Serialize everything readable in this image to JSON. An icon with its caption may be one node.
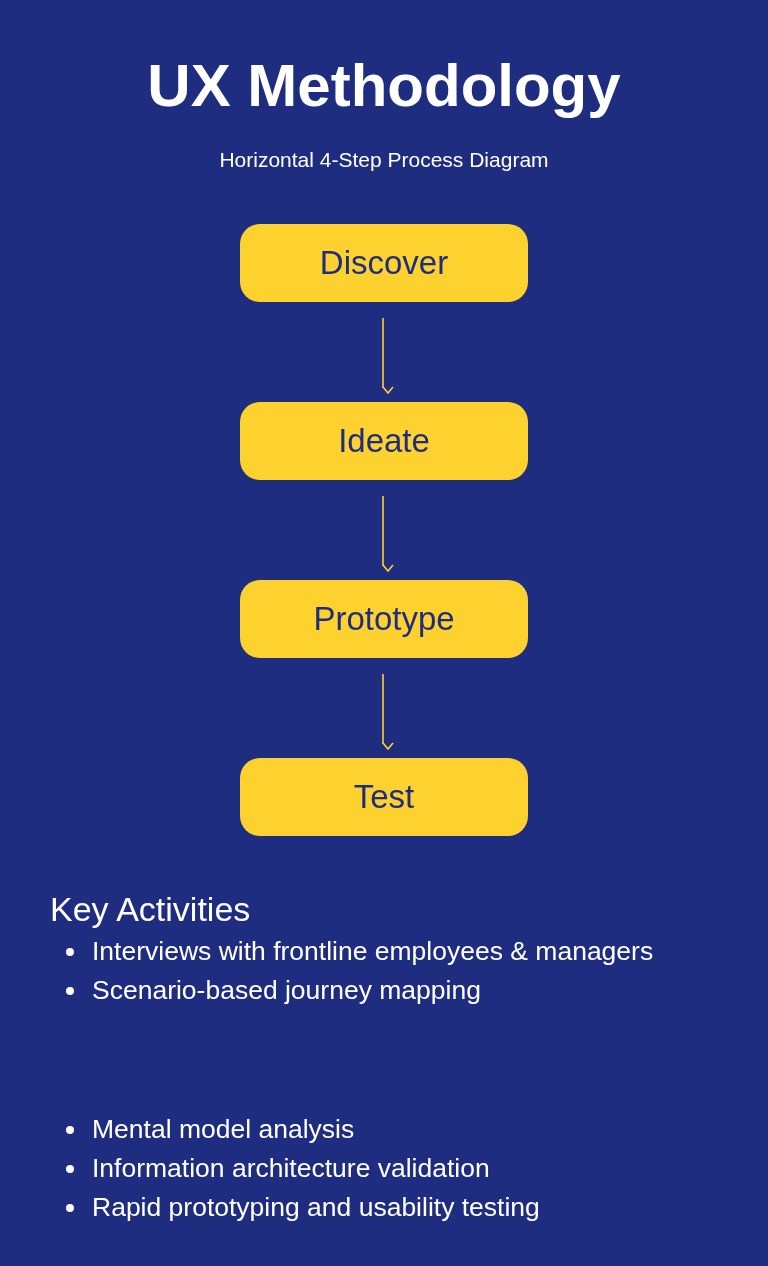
{
  "diagram": {
    "title": "UX Methodology",
    "caption": "Horizontal 4-Step Process Diagram",
    "nodes": [
      {
        "text": [
          "Discover"
        ]
      },
      {
        "text": [
          "Ideate"
        ]
      },
      {
        "text": [
          "Prototype"
        ]
      },
      {
        "text": [
          "Test"
        ]
      }
    ],
    "edges": [
      {
        "from": 0,
        "to": 1,
        "arrow": "to"
      },
      {
        "from": 1,
        "to": 2,
        "arrow": "to"
      },
      {
        "from": 2,
        "to": 3,
        "arrow": "to"
      }
    ],
    "labels": [
      "Key Activities",
      "Interviews with frontline employees & managers",
      "Scenario-based journey mapping",
      "Mental model analysis",
      "Information architecture validation",
      "Rapid prototyping and usability testing"
    ]
  }
}
